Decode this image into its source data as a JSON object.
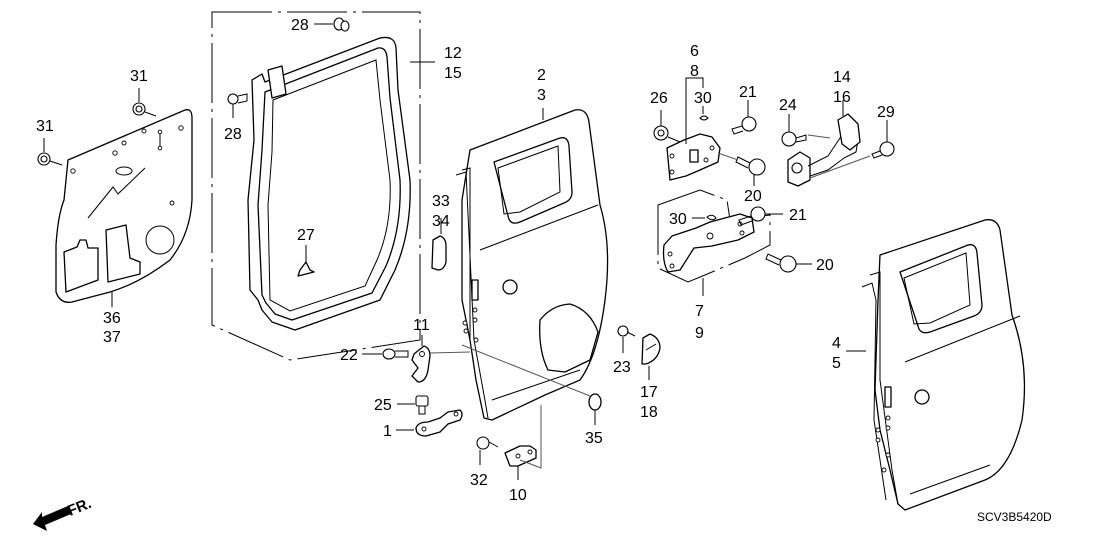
{
  "diagram": {
    "title": "Rear Door Panels",
    "code": "SCV3B5420D",
    "front_indicator": "FR.",
    "parts": {
      "door_lining": {
        "labels": [
          "36",
          "37"
        ]
      },
      "lining_clips": {
        "labels": [
          "31",
          "31"
        ]
      },
      "door_frame": {
        "labels": [
          "12",
          "15"
        ]
      },
      "frame_clips": {
        "labels": [
          "28",
          "28"
        ]
      },
      "frame_clip_lower": {
        "label": "27"
      },
      "door_panel_a": {
        "labels": [
          "2",
          "3"
        ]
      },
      "door_panel_b": {
        "labels": [
          "4",
          "5"
        ]
      },
      "seal": {
        "labels": [
          "33",
          "34"
        ]
      },
      "upper_hinge": {
        "labels": [
          "6",
          "8"
        ]
      },
      "lower_hinge": {
        "labels": [
          "7",
          "9"
        ]
      },
      "checker": {
        "labels": [
          "14",
          "16"
        ]
      },
      "striker_plate": {
        "label": "11"
      },
      "bracket": {
        "label": "1"
      },
      "stopper": {
        "label": "10"
      },
      "plug": {
        "label": "35"
      },
      "cover": {
        "labels": [
          "17",
          "18"
        ]
      },
      "bolts": {
        "b20a": "20",
        "b20b": "20",
        "b21a": "21",
        "b21b": "21",
        "b22": "22",
        "b23": "23",
        "b24": "24",
        "b25": "25",
        "b26": "26",
        "b29": "29",
        "b30a": "30",
        "b30b": "30",
        "b32": "32"
      }
    }
  }
}
